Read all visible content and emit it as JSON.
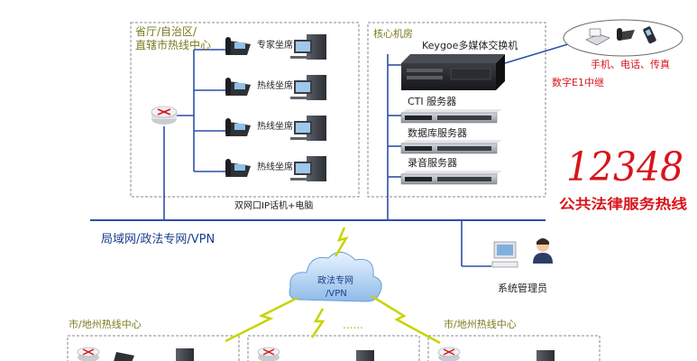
{
  "regions": {
    "provincial": "省厅/自治区/\n直辖市热线中心",
    "core": "核心机房",
    "city_left": "市/地州热线中心",
    "city_right": "市/地州热线中心"
  },
  "seats": [
    "专家坐席",
    "热线坐席",
    "热线坐席",
    "热线坐席"
  ],
  "seat_caption": "双网口IP话机+电脑",
  "core_devices": {
    "switch": "Keygoe多媒体交换机",
    "cti": "CTI 服务器",
    "db": "数据库服务器",
    "rec": "录音服务器"
  },
  "external": {
    "terminals": "手机、电话、传真",
    "trunk": "数字E1中继"
  },
  "brand": {
    "number": "12348",
    "slogan": "公共法律服务热线"
  },
  "network": {
    "lan": "局域网/政法专网/VPN",
    "cloud": "政法专网\n/VPN",
    "ellipsis": "......"
  },
  "admin": "系统管理员",
  "colors": {
    "bus": "#2f4fa6",
    "accent_red": "#d8141b",
    "region_text": "#7a7a1e"
  },
  "icons": {
    "router": "router-icon",
    "phone": "ip-phone-icon",
    "pc": "desktop-computer-icon",
    "server": "rack-server-icon",
    "cloud": "cloud-icon",
    "lightning": "lightning-link-icon",
    "admin": "administrator-icon",
    "fax": "fax-icon",
    "mobile": "mobile-phone-icon"
  }
}
